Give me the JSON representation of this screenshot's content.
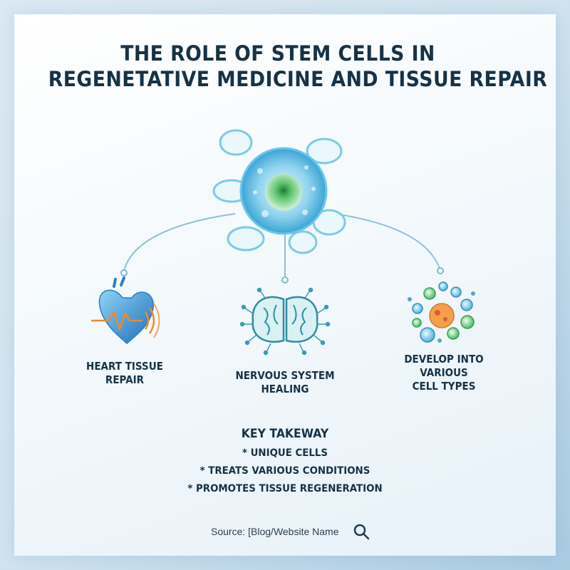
{
  "header": {
    "title_line1": "THE ROLE OF STEM CELLS IN",
    "title_line2": "REGENETATIVE MEDICINE AND TISSUE REPAIR"
  },
  "branches": [
    {
      "label_line1": "HEART TISSUE",
      "label_line2": "REPAIR",
      "icon": "heart-icon"
    },
    {
      "label_line1": "NERVOUS SYSTEM",
      "label_line2": "HEALING",
      "icon": "brain-icon"
    },
    {
      "label_line1": "DEVELOP INTO",
      "label_line2": "VARIOUS",
      "label_line3": "CELL TYPES",
      "icon": "cells-icon"
    }
  ],
  "takeaway": {
    "title": "KEY TAKEWAY",
    "items": [
      "* UNIQUE CELLS",
      "* TREATS VARIOUS CONDITIONS",
      "* PROMOTES TISSUE REGENERATION"
    ]
  },
  "footer": {
    "source": "Source: [Blog/Website Name",
    "icon": "search-icon"
  },
  "colors": {
    "title": "#163246",
    "accent_blue": "#2f8fd0",
    "accent_orange": "#f08a2a",
    "connector": "#8cc2d6"
  }
}
